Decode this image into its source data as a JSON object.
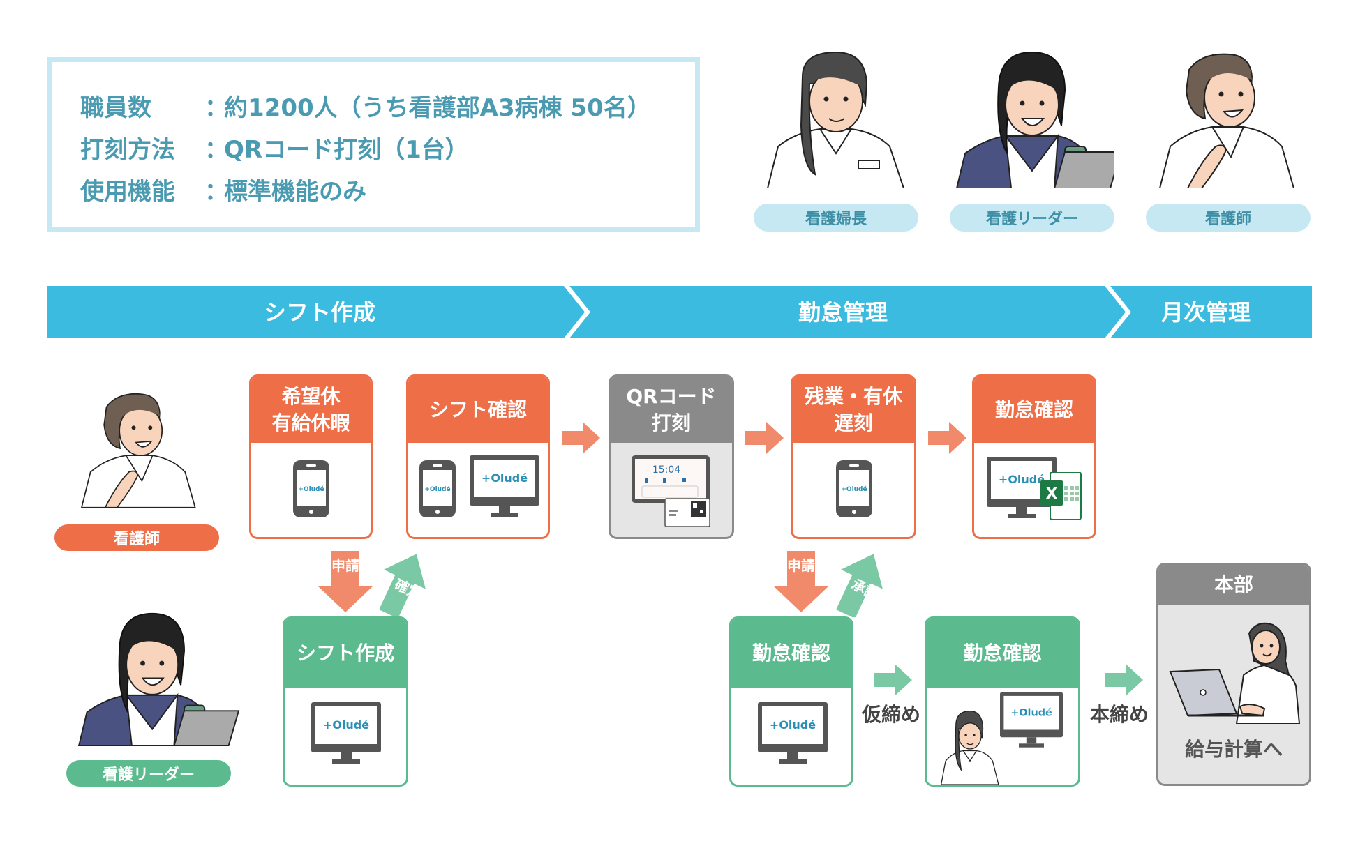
{
  "info": {
    "rows": [
      {
        "label": "職員数",
        "sep": "：",
        "value": "約1200人（うち看護部A3病棟 50名）"
      },
      {
        "label": "打刻方法",
        "sep": "：",
        "value": "QRコード打刻（1台）"
      },
      {
        "label": "使用機能",
        "sep": "：",
        "value": "標準機能のみ"
      }
    ]
  },
  "personas": [
    {
      "label": "看護婦長",
      "icon": "head-nurse-illustration"
    },
    {
      "label": "看護リーダー",
      "icon": "nurse-leader-illustration"
    },
    {
      "label": "看護師",
      "icon": "nurse-illustration"
    }
  ],
  "phases": [
    "シフト作成",
    "勤怠管理",
    "月次管理"
  ],
  "roles": {
    "nurse": "看護師",
    "leader": "看護リーダー"
  },
  "steps": {
    "request_leave": {
      "line1": "希望休",
      "line2": "有給休暇"
    },
    "shift_check": {
      "line1": "シフト確認"
    },
    "qr_punch": {
      "line1": "QRコード",
      "line2": "打刻",
      "clock": "15:04"
    },
    "overtime": {
      "line1": "残業・有休",
      "line2": "遅刻"
    },
    "attendance_check_nurse": {
      "line1": "勤怠確認"
    },
    "shift_create": {
      "line1": "シフト作成"
    },
    "attendance_check_leader": {
      "line1": "勤怠確認"
    },
    "attendance_check_head": {
      "line1": "勤怠確認"
    },
    "headquarters": {
      "title": "本部",
      "caption": "給与計算へ"
    }
  },
  "arrows": {
    "apply1": "申請",
    "confirm": "確定",
    "apply2": "申請",
    "approve": "承認",
    "provisional_close": "仮締め",
    "final_close": "本締め"
  },
  "brand": {
    "logo_text": "+Oludé",
    "excel_letter": "X"
  },
  "colors": {
    "orange": "#ee6e47",
    "orange_arrow": "#f08a6a",
    "green": "#5bba8e",
    "green_arrow": "#7ac8a4",
    "gray": "#8a8a8a",
    "banner": "#3bbbe0",
    "info_text": "#4a9bb2",
    "light_blue": "#c5e8f3"
  }
}
